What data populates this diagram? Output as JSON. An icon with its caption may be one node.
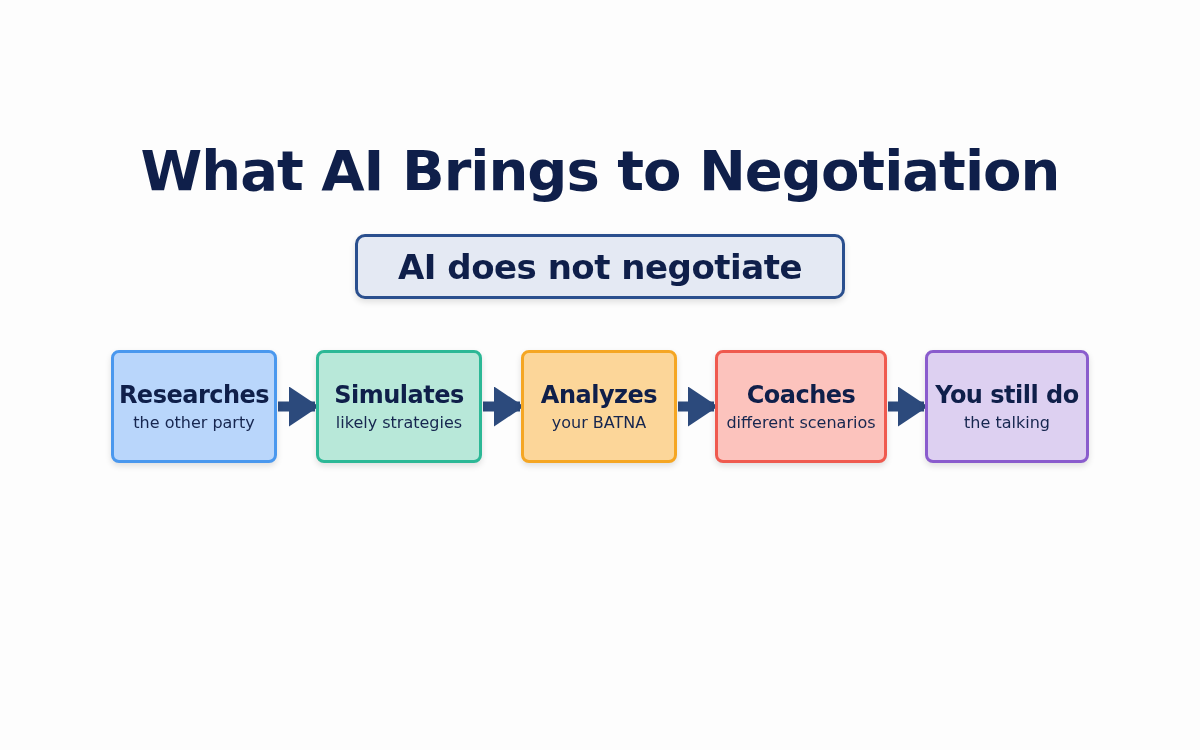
{
  "diagram": {
    "title": "What AI Brings to Negotiation",
    "nodes": [
      {
        "text": [
          "AI does not negotiate"
        ]
      },
      {
        "text": [
          "Researches",
          "the other party"
        ]
      },
      {
        "text": [
          "Simulates",
          "likely strategies"
        ]
      },
      {
        "text": [
          "Analyzes",
          "your BATNA"
        ]
      },
      {
        "text": [
          "Coaches",
          "different scenarios"
        ]
      },
      {
        "text": [
          "You still do",
          "the talking"
        ]
      }
    ],
    "edges": [
      {
        "from": 1,
        "to": 2,
        "arrow": "to"
      },
      {
        "from": 2,
        "to": 3,
        "arrow": "to"
      },
      {
        "from": 3,
        "to": 4,
        "arrow": "to"
      },
      {
        "from": 4,
        "to": 5,
        "arrow": "to"
      }
    ]
  }
}
